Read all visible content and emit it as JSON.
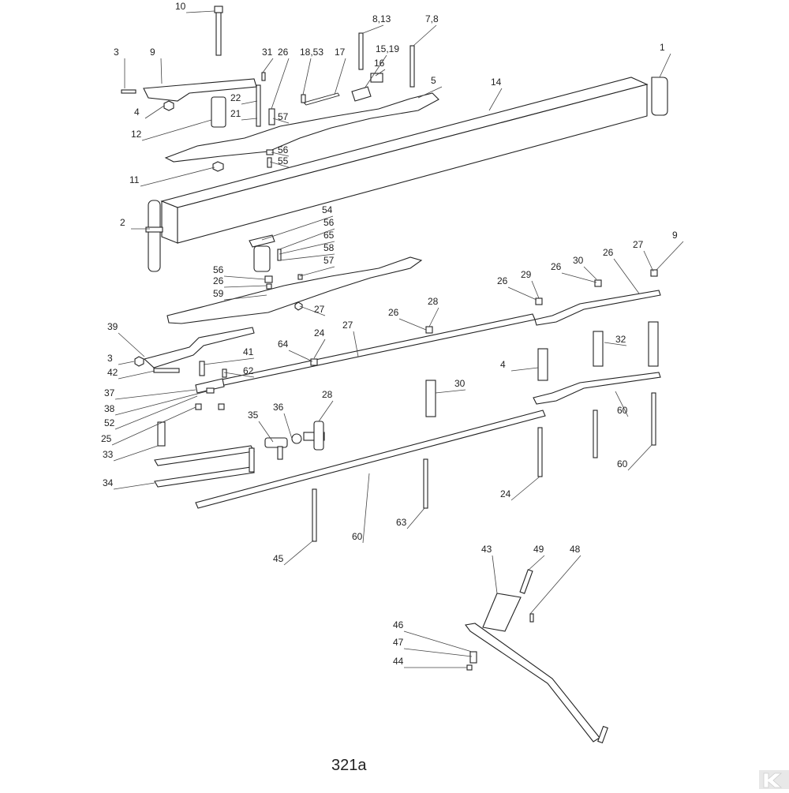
{
  "diagram": {
    "drawing_number": "321a",
    "callouts": [
      "10",
      "8,13",
      "7,8",
      "3",
      "9",
      "31",
      "26",
      "18,53",
      "15,19",
      "16",
      "17",
      "1",
      "4",
      "22",
      "21",
      "57",
      "5",
      "14",
      "12",
      "56",
      "55",
      "11",
      "2",
      "54",
      "56",
      "65",
      "58",
      "57",
      "56",
      "26",
      "59",
      "27",
      "26",
      "29",
      "26",
      "30",
      "26",
      "27",
      "9",
      "39",
      "41",
      "62",
      "64",
      "24",
      "27",
      "26",
      "28",
      "32",
      "4",
      "3",
      "42",
      "37",
      "38",
      "52",
      "25",
      "33",
      "34",
      "35",
      "36",
      "28",
      "30",
      "60",
      "60",
      "24",
      "60",
      "63",
      "45",
      "43",
      "49",
      "48",
      "46",
      "47",
      "44"
    ],
    "logo_text": "K"
  }
}
